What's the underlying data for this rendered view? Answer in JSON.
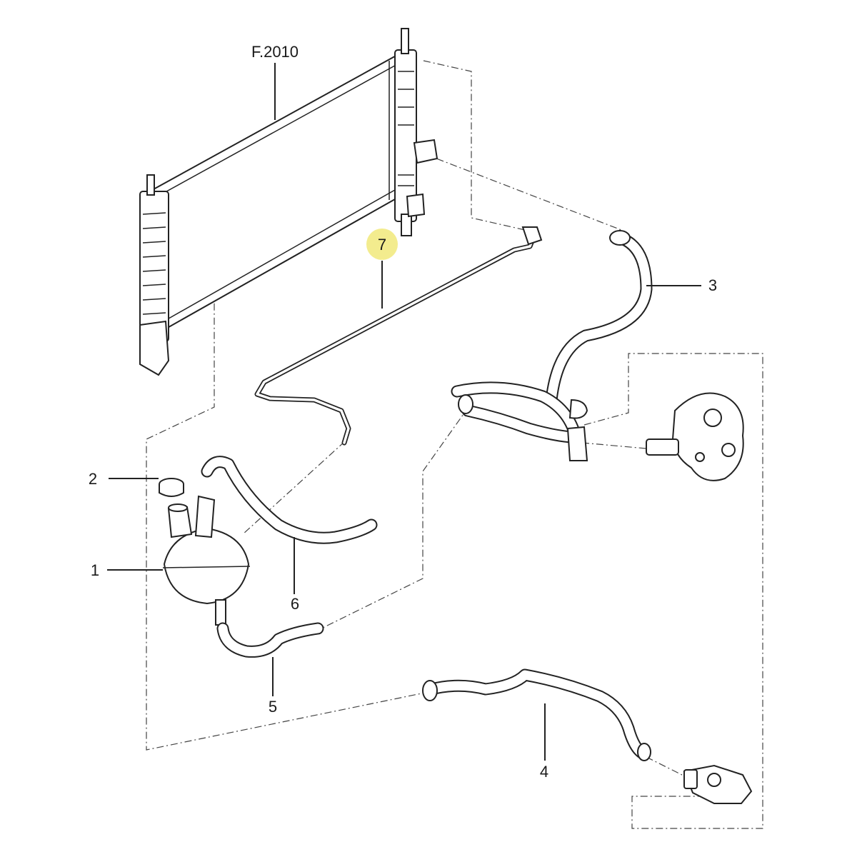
{
  "diagram": {
    "reference": "F.2010",
    "callouts": [
      {
        "id": "1",
        "highlighted": false
      },
      {
        "id": "2",
        "highlighted": false
      },
      {
        "id": "3",
        "highlighted": false
      },
      {
        "id": "4",
        "highlighted": false
      },
      {
        "id": "5",
        "highlighted": false
      },
      {
        "id": "6",
        "highlighted": false
      },
      {
        "id": "7",
        "highlighted": true
      }
    ],
    "colors": {
      "line": "#222222",
      "highlight": "#f3ec8e",
      "background": "#ffffff"
    }
  }
}
